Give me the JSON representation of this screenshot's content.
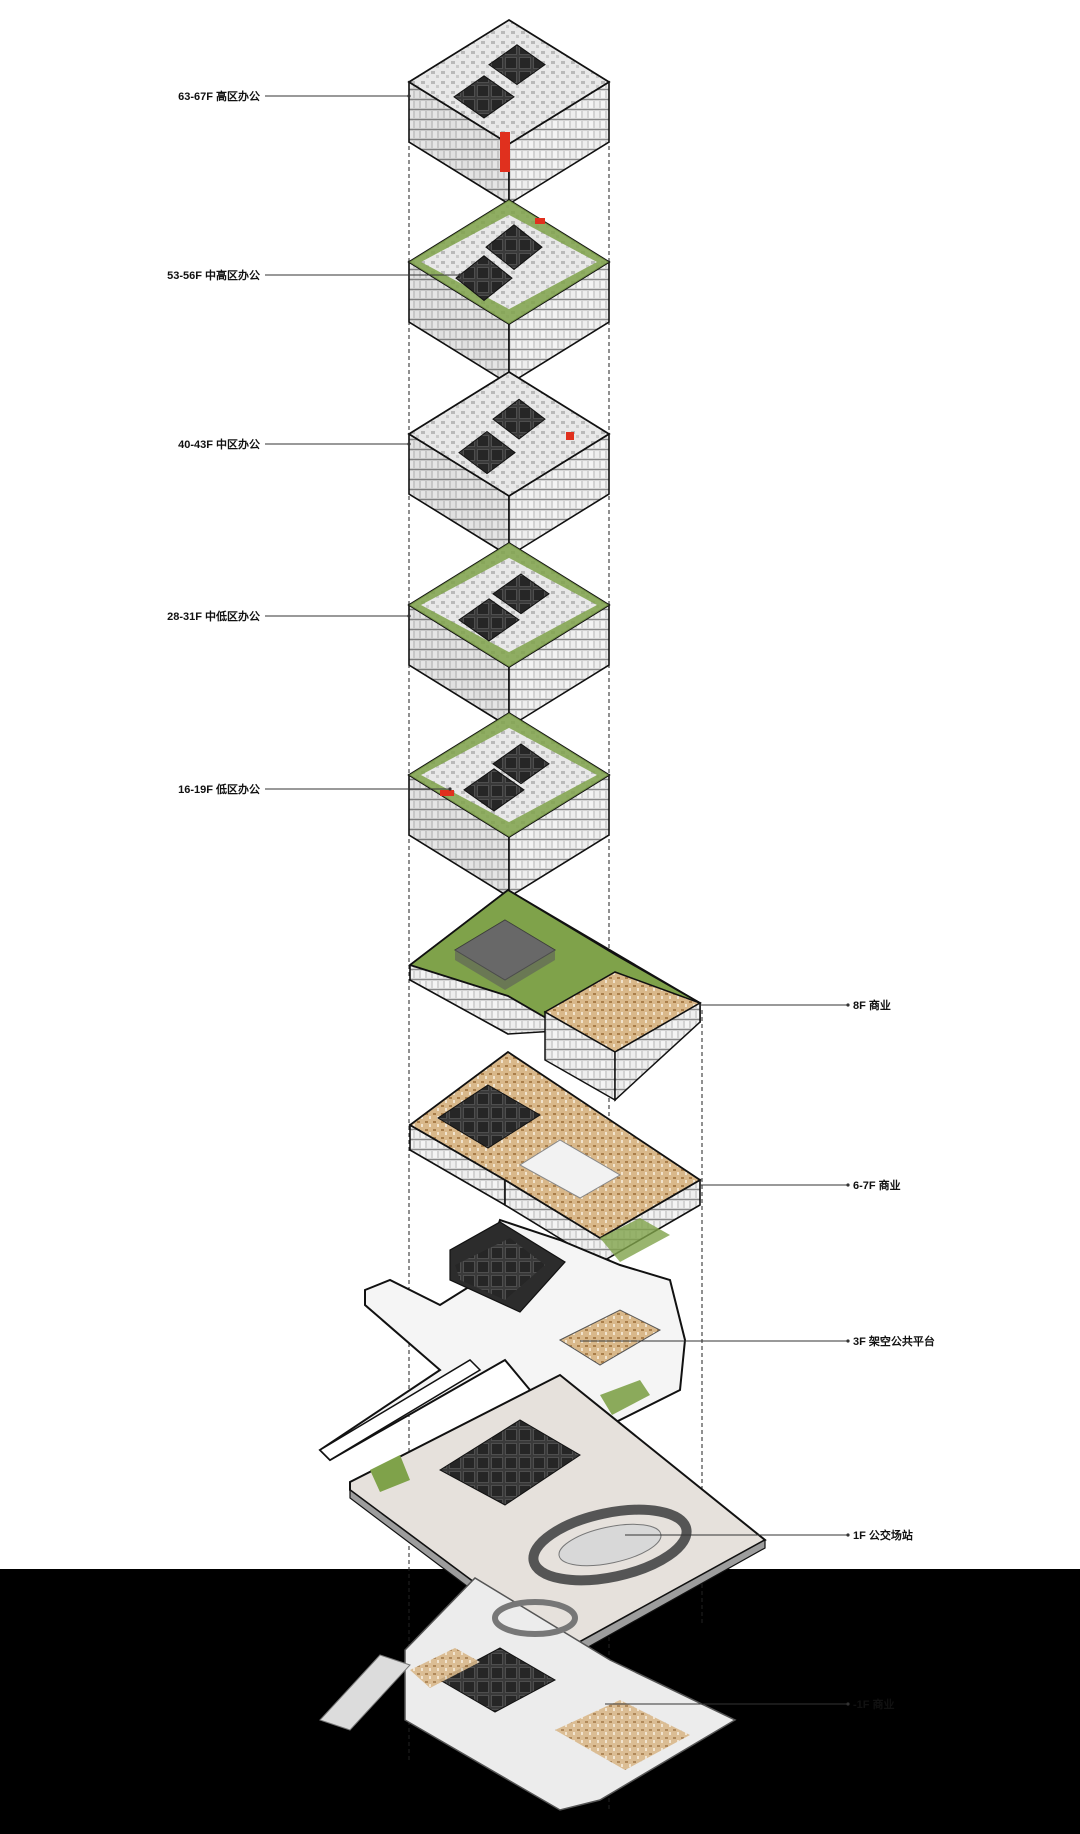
{
  "labels": {
    "f63": "63-67F 高区办公",
    "f53": "53-56F 中高区办公",
    "f40": "40-43F 中区办公",
    "f28": "28-31F 中低区办公",
    "f16": "16-19F 低区办公",
    "f8": "8F 商业",
    "f6": "6-7F 商业",
    "f3": "3F 架空公共平台",
    "f1": "1F 公交场站",
    "fb1": "-1F 商业"
  },
  "colors": {
    "background": "#ffffff",
    "bottom_band": "#000000",
    "roof_green": "#7fa24a",
    "core_dark": "#2d2d2d",
    "floor_grey": "#dcdcdc",
    "accent_red": "#e0301e",
    "wood": "#c8a06a"
  }
}
